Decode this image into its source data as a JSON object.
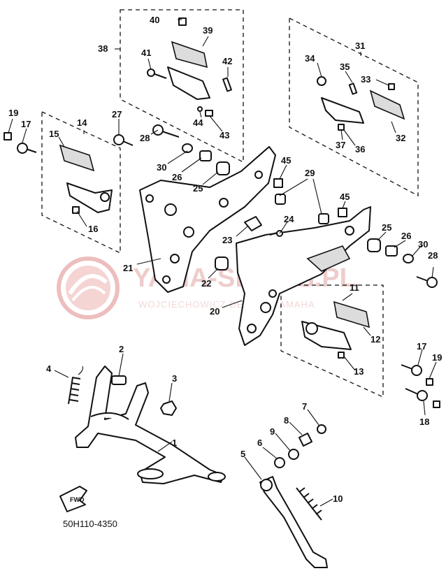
{
  "watermark": {
    "brand": "YAMA-SERVIS.PL",
    "sub": "WOJCIECHOWICZ DEALER YAMAHA"
  },
  "diagram_code": "50H110-4350",
  "fwd_label": "FWD",
  "callouts": [
    "1",
    "2",
    "3",
    "4",
    "5",
    "6",
    "7",
    "8",
    "9",
    "10",
    "11",
    "12",
    "13",
    "14",
    "15",
    "16",
    "17",
    "18",
    "19",
    "20",
    "21",
    "22",
    "23",
    "24",
    "25",
    "26",
    "27",
    "28",
    "29",
    "30",
    "31",
    "32",
    "33",
    "34",
    "35",
    "36",
    "37",
    "38",
    "39",
    "40",
    "41",
    "42",
    "43",
    "44",
    "45"
  ],
  "right_side_callouts": {
    "r17": "17",
    "r18": "18",
    "r19": "19",
    "r25": "25",
    "r26": "26",
    "r28": "28",
    "r30": "30",
    "r45": "45"
  }
}
